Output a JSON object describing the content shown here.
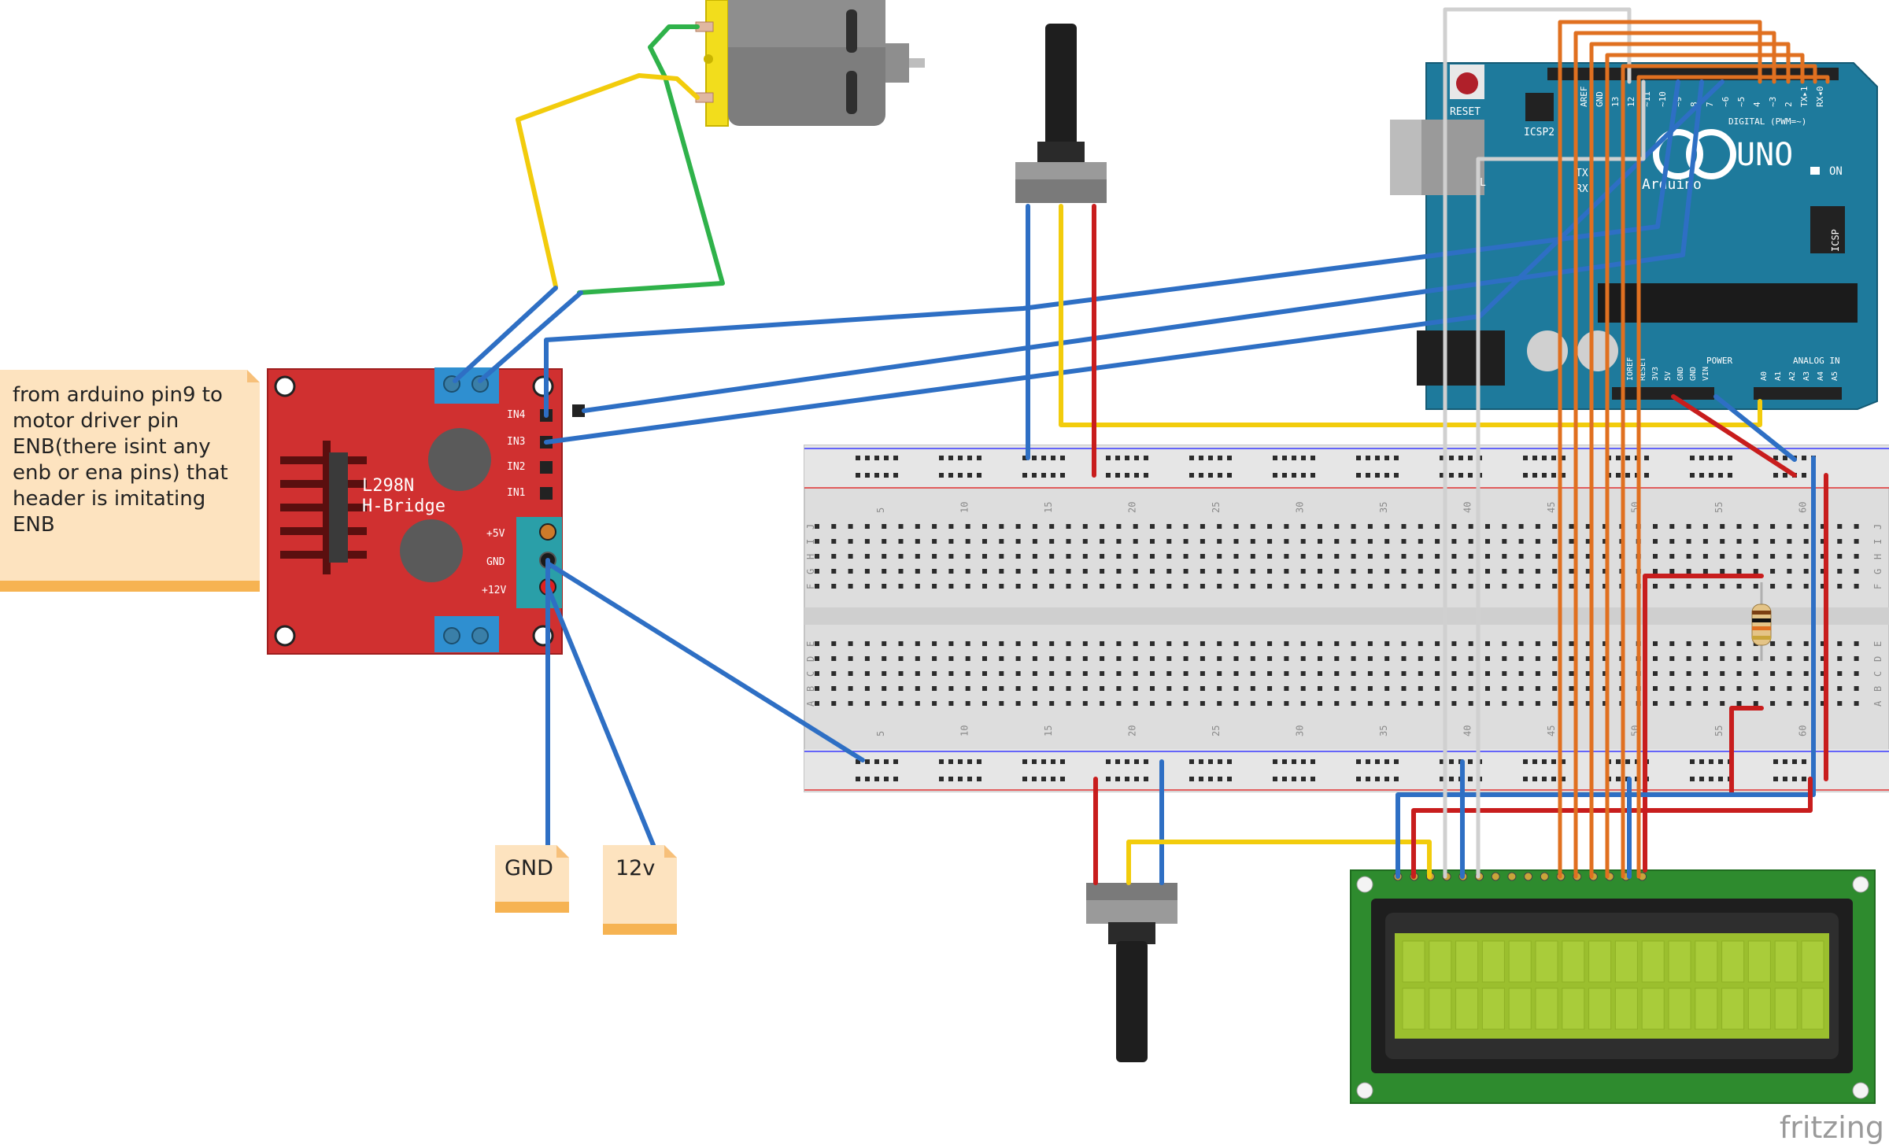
{
  "notes": {
    "enb": "from arduino pin9 to motor driver pin ENB(there isint any enb or ena pins) that header is imitating ENB",
    "gnd": "GND",
    "v12": "12v"
  },
  "motor_driver": {
    "title_line1": "L298N",
    "title_line2": "H-Bridge",
    "pins": [
      "IN4",
      "IN3",
      "IN2",
      "IN1"
    ],
    "power_pins": [
      "+5V",
      "GND",
      "+12V"
    ]
  },
  "arduino": {
    "reset_label": "RESET",
    "icsp2_label": "ICSP2",
    "icsp_label": "ICSP",
    "model": "UNO",
    "brand": "Arduino",
    "on_label": "ON",
    "digital_label": "DIGITAL (PWM=~)",
    "digital_pins": [
      "AREF",
      "GND",
      "13",
      "12",
      "~11",
      "~10",
      "~9",
      "8",
      "7",
      "~6",
      "~5",
      "4",
      "~3",
      "2",
      "TX▸1",
      "RX◂0"
    ],
    "power_header_label": "POWER",
    "analog_header_label": "ANALOG IN",
    "power_pins": [
      "IOREF",
      "RESET",
      "3V3",
      "5V",
      "GND",
      "GND",
      "VIN"
    ],
    "analog_pins": [
      "A0",
      "A1",
      "A2",
      "A3",
      "A4",
      "A5"
    ],
    "tx_label": "TX",
    "rx_label": "RX",
    "l_label": "L"
  },
  "breadboard": {
    "column_numbers": [
      "5",
      "10",
      "15",
      "20",
      "25",
      "30",
      "35",
      "40",
      "45",
      "50",
      "55",
      "60"
    ],
    "row_letters_top": [
      "J",
      "I",
      "H",
      "G",
      "F"
    ],
    "row_letters_bottom": [
      "E",
      "D",
      "C",
      "B",
      "A"
    ]
  },
  "watermark": "fritzing",
  "colors": {
    "wire_blue": "#2e6fc4",
    "wire_red": "#c81d1d",
    "wire_yellow": "#f2cc0c",
    "wire_green": "#2fb24a",
    "wire_orange": "#e07020",
    "wire_white": "#d0d0d0",
    "driver_board": "#d03030",
    "arduino_board": "#1e7a9c",
    "lcd_pcb": "#2e8b2e",
    "lcd_screen": "#9bbf2e"
  }
}
